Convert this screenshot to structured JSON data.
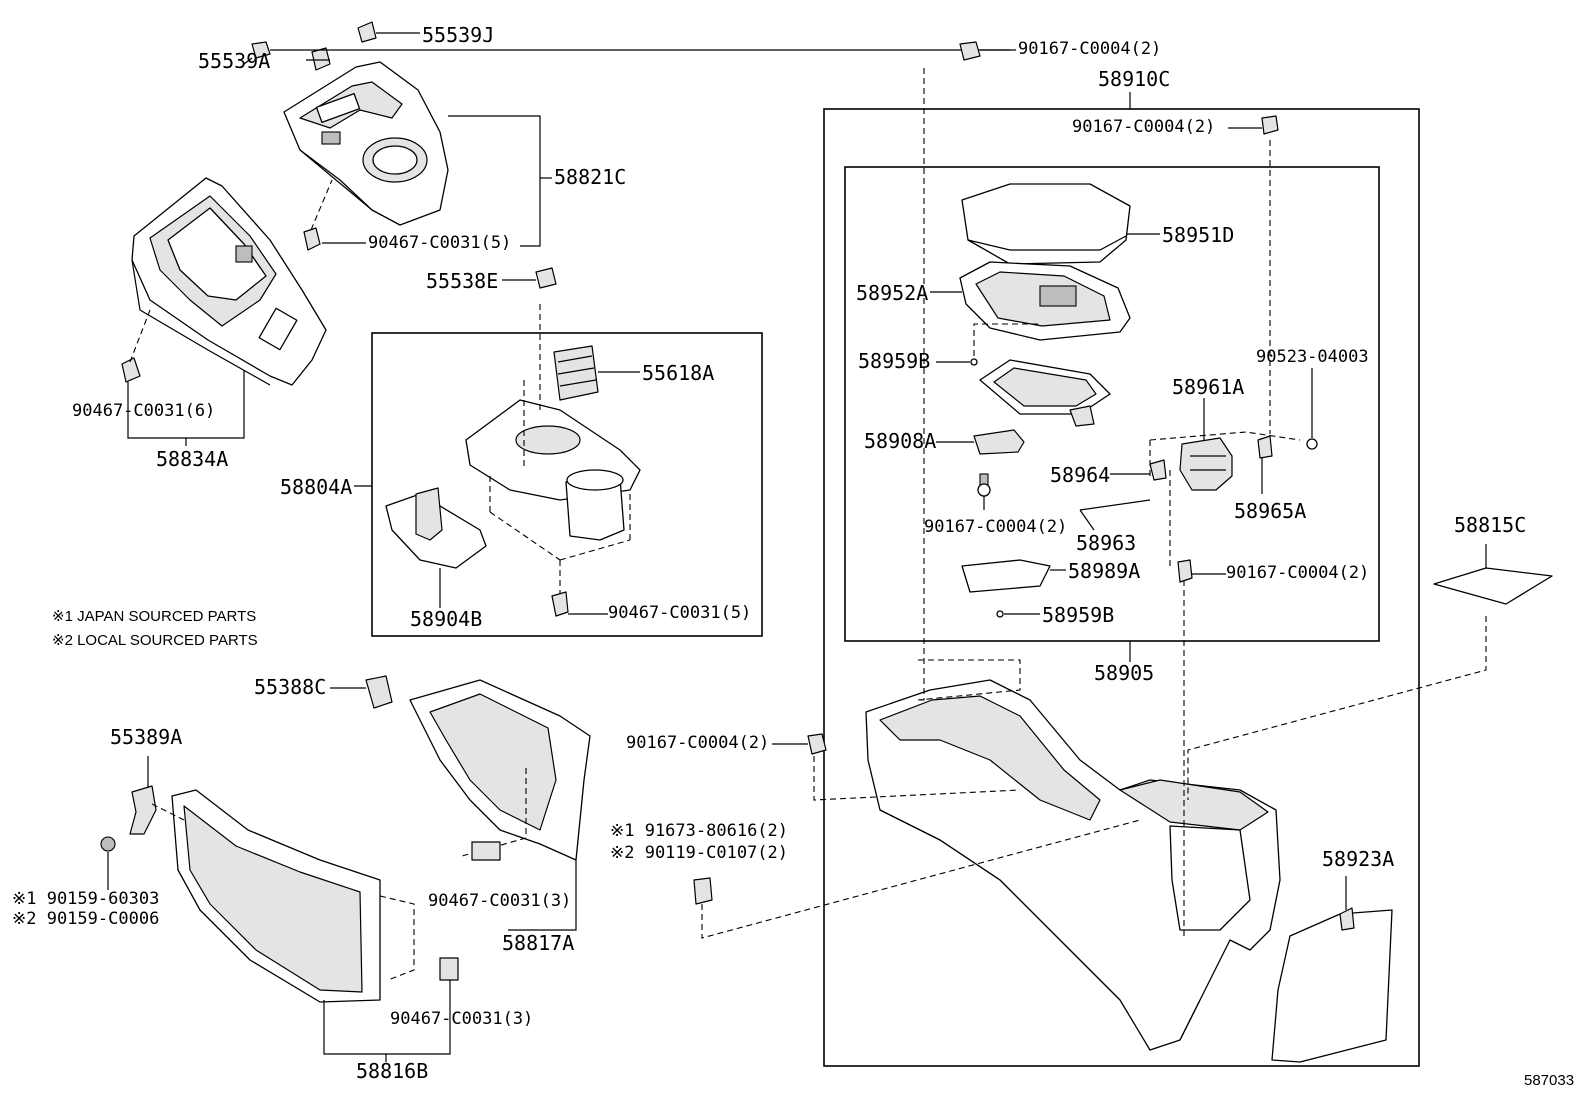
{
  "diagram": {
    "reference_number": "587033",
    "notes": [
      "※1 JAPAN SOURCED PARTS",
      "※2 LOCAL SOURCED PARTS"
    ],
    "labels": {
      "p55539A": "55539A",
      "p55539J": "55539J",
      "p58821C": "58821C",
      "p90467_c0031_5_top": "90467-C0031(5)",
      "p55538E": "55538E",
      "p55618A": "55618A",
      "p58804A": "58804A",
      "p58904B": "58904B",
      "p90467_c0031_5_mid": "90467-C0031(5)",
      "p90467_c0031_6": "90467-C0031(6)",
      "p58834A": "58834A",
      "p55388C": "55388C",
      "p55389A": "55389A",
      "p90159_1": "※1 90159-60303",
      "p90159_2": "※2 90159-C0006",
      "p90467_c0031_3_a": "90467-C0031(3)",
      "p58817A": "58817A",
      "p90467_c0031_3_b": "90467-C0031(3)",
      "p58816B": "58816B",
      "p90167_top": "90167-C0004(2)",
      "p58910C": "58910C",
      "p90167_box": "90167-C0004(2)",
      "p58951D": "58951D",
      "p58952A": "58952A",
      "p58959B_a": "58959B",
      "p90523": "90523-04003",
      "p58961A": "58961A",
      "p58908A": "58908A",
      "p58964": "58964",
      "p58965A": "58965A",
      "p90167_mid": "90167-C0004(2)",
      "p58963": "58963",
      "p90167_right": "90167-C0004(2)",
      "p58989A": "58989A",
      "p58959B_b": "58959B",
      "p58905": "58905",
      "p58815C": "58815C",
      "p90167_left": "90167-C0004(2)",
      "p91673": "※1 91673-80616(2)",
      "p90119": "※2 90119-C0107(2)",
      "p58923A": "58923A"
    }
  }
}
